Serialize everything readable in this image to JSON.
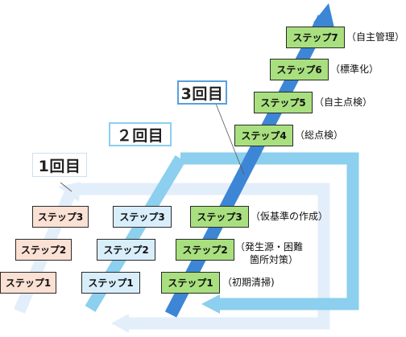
{
  "rounds": [
    {
      "label": "1回目"
    },
    {
      "label": "２回目"
    },
    {
      "label": "3回目"
    }
  ],
  "round1_steps": [
    "ステップ1",
    "ステップ2",
    "ステップ3"
  ],
  "round2_steps": [
    "ステップ1",
    "ステップ2",
    "ステップ3"
  ],
  "round3_steps": [
    {
      "label": "ステップ1",
      "note": "（初期清掃)"
    },
    {
      "label": "ステップ2",
      "note": "（発生源・困難",
      "note2": "箇所対策）"
    },
    {
      "label": "ステップ3",
      "note": "（仮基準の作成）"
    },
    {
      "label": "ステップ4",
      "note": "（総点検）"
    },
    {
      "label": "ステップ5",
      "note": "（自主点検）"
    },
    {
      "label": "ステップ6",
      "note": "（標準化）"
    },
    {
      "label": "ステップ7",
      "note": "（自主管理）"
    }
  ],
  "colors": {
    "round1_arrow": "#e3eefb",
    "round2_arrow": "#8ccfee",
    "round3_arrow": "#3d86d6",
    "round1_box": "#fbe0d4",
    "round2_box": "#d9eefb",
    "round3_box": "#a9e07f"
  }
}
